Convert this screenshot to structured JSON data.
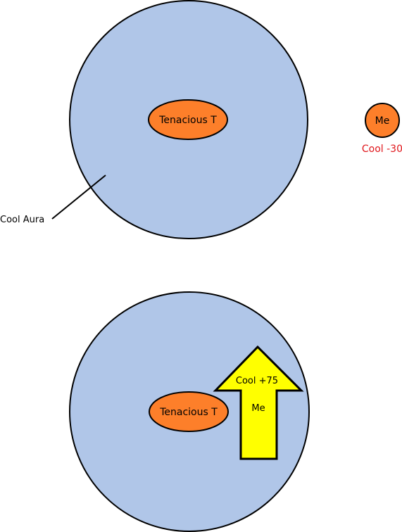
{
  "colors": {
    "aura_fill": "#b0c6e8",
    "node_fill": "#fd7f2a",
    "arrow_fill": "#ffff00",
    "outline": "#000000",
    "negative_text": "#e0161b"
  },
  "scene_before": {
    "aura_callout": "Cool Aura",
    "tenacious_label": "Tenacious T",
    "me_label": "Me",
    "me_cool_status": "Cool -30"
  },
  "scene_after": {
    "tenacious_label": "Tenacious T",
    "boost_label": "Cool +75",
    "me_label": "Me"
  }
}
